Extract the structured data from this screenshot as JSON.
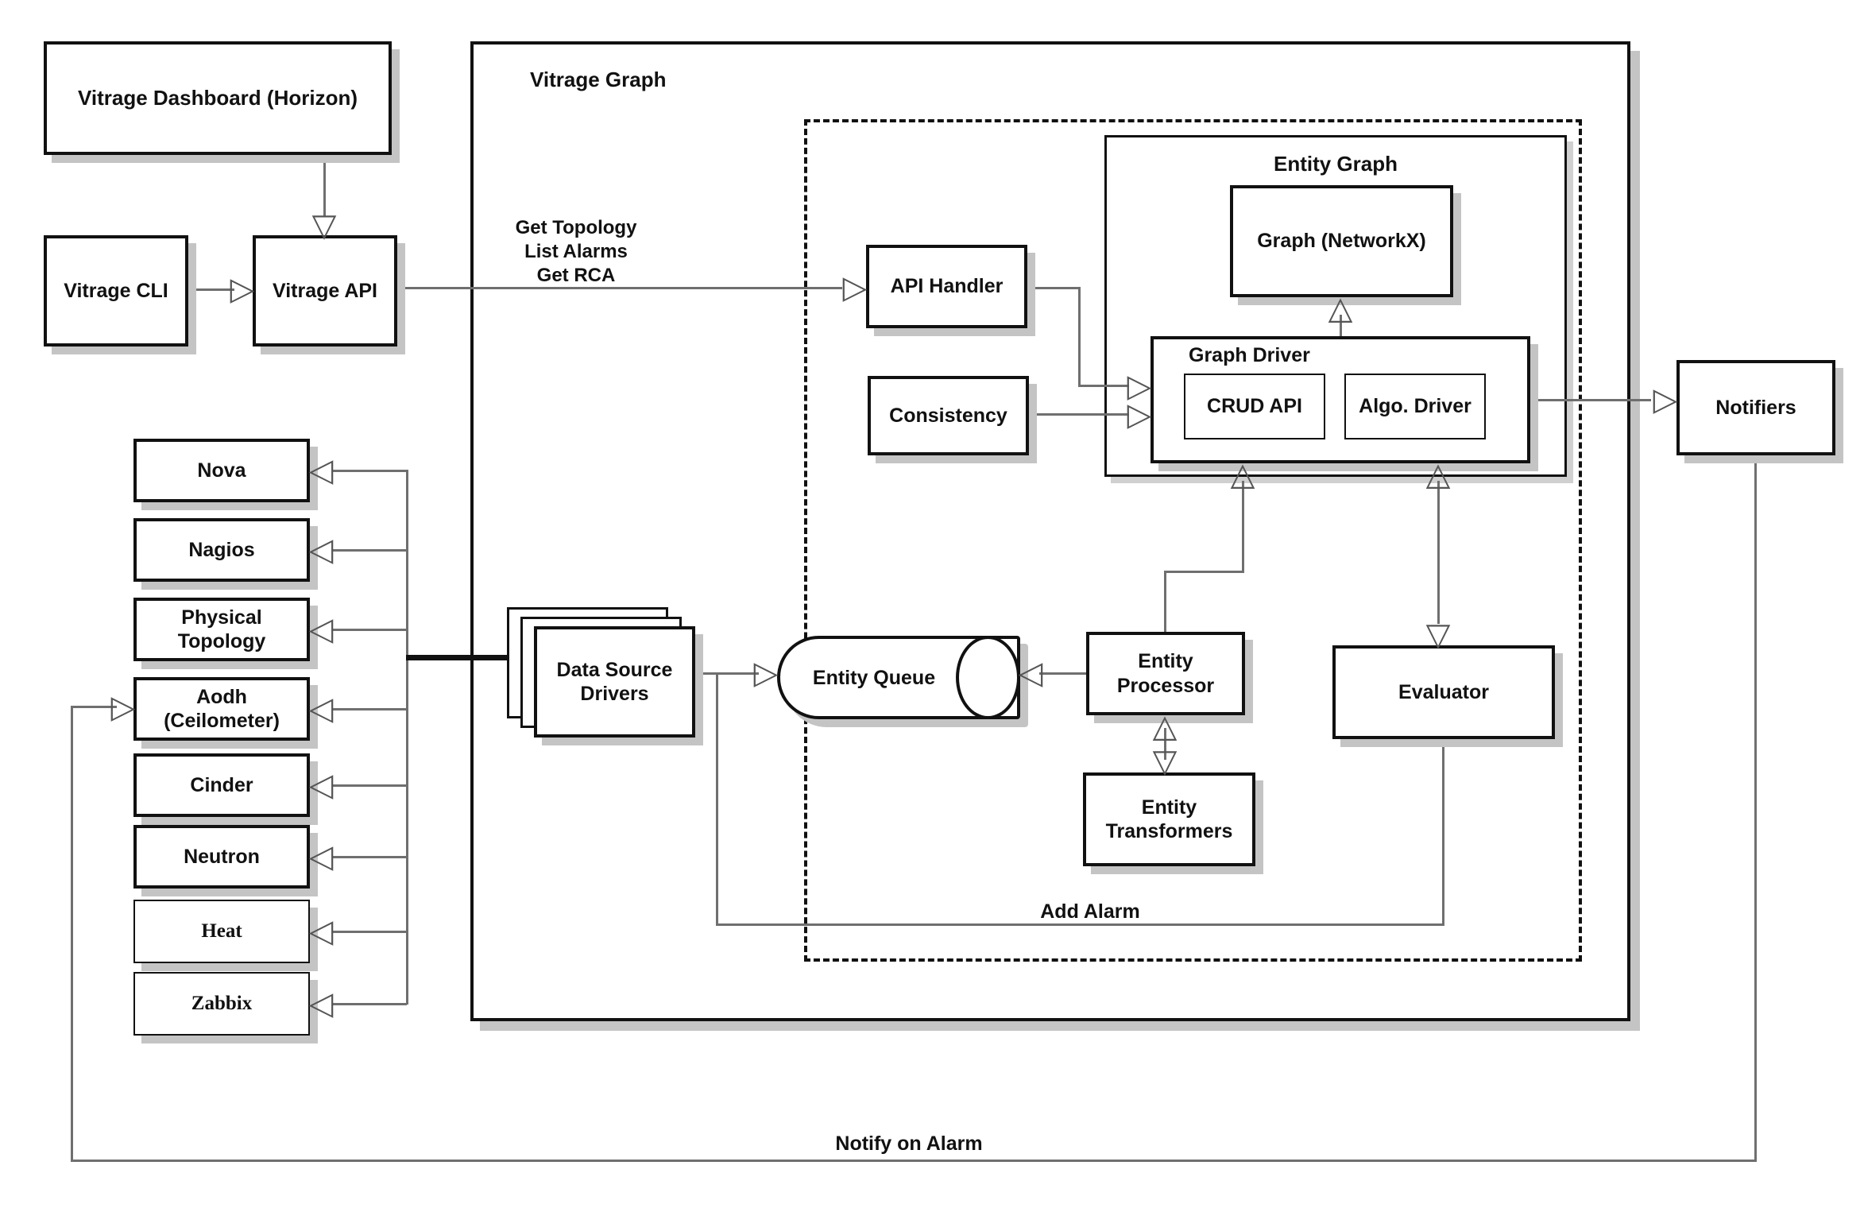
{
  "diagram": {
    "graph_title": "Vitrage Graph",
    "nodes": {
      "dashboard": "Vitrage Dashboard (Horizon)",
      "cli": "Vitrage CLI",
      "api": "Vitrage API",
      "api_handler": "API Handler",
      "consistency": "Consistency",
      "entity_graph": "Entity Graph",
      "graph_networkx": "Graph (NetworkX)",
      "graph_driver": "Graph Driver",
      "crud_api": "CRUD API",
      "algo_driver": "Algo. Driver",
      "entity_queue": "Entity Queue",
      "entity_processor": "Entity Processor",
      "entity_transformers": "Entity Transformers",
      "evaluator": "Evaluator",
      "data_source_drivers": "Data Source Drivers",
      "notifiers": "Notifiers"
    },
    "datasources": [
      "Nova",
      "Nagios",
      "Physical Topology",
      "Aodh (Ceilometer)",
      "Cinder",
      "Neutron",
      "Heat",
      "Zabbix"
    ],
    "edge_labels": {
      "get_topology": "Get Topology",
      "list_alarms": "List Alarms",
      "get_rca": "Get RCA",
      "add_alarm": "Add Alarm",
      "notify_on_alarm": "Notify on Alarm"
    }
  }
}
